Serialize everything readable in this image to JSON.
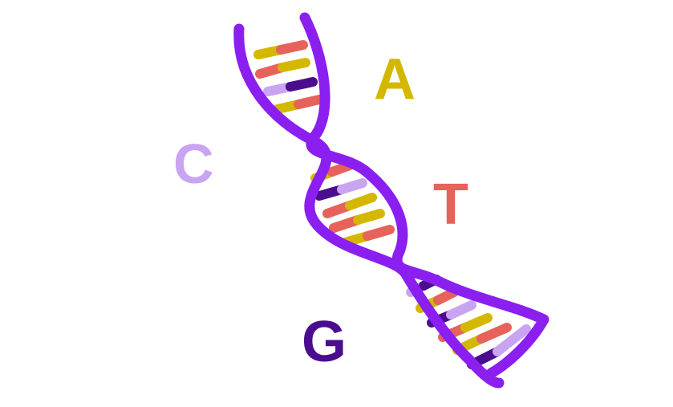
{
  "letters": {
    "a": {
      "text": "A",
      "color": "#d4b800"
    },
    "c": {
      "text": "C",
      "color": "#c9a4f2"
    },
    "t": {
      "text": "T",
      "color": "#e6625a"
    },
    "g": {
      "text": "G",
      "color": "#4b0d8f"
    }
  },
  "colors": {
    "backbone": "#8a1ff0",
    "yellow": "#d4b800",
    "salmon": "#e6625a",
    "lavender": "#c9a4f2",
    "indigo": "#4b0d8f"
  },
  "icons": {
    "helix": "dna-helix-icon"
  }
}
